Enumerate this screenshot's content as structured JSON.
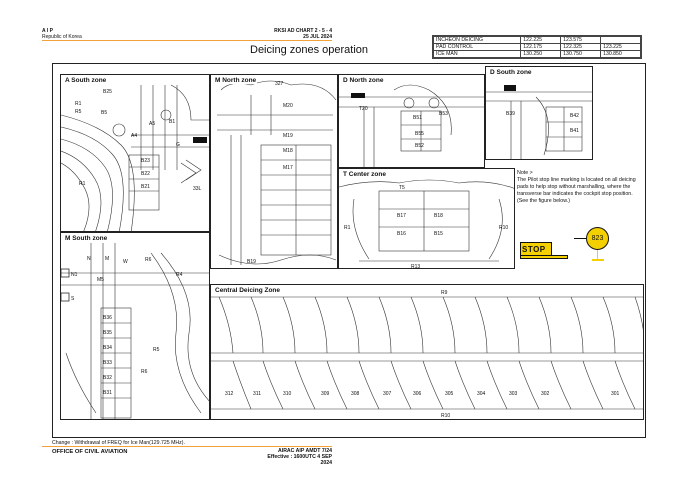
{
  "header": {
    "aip": "A I P",
    "country": "Republic of Korea",
    "chart_ref": "RKSI AD CHART 2 - 5 - 4",
    "date": "25 JUL 2024",
    "title": "Deicing zones operation"
  },
  "frequencies": [
    {
      "label": "INCHEON DEICING",
      "values": [
        "122.225",
        "123.575"
      ]
    },
    {
      "label": "PAD CONTROL",
      "values": [
        "122.175",
        "122.325",
        "123.225"
      ]
    },
    {
      "label": "ICE MAN",
      "values": [
        "130.250",
        "130.750",
        "130.850"
      ]
    }
  ],
  "panels": {
    "a_south": "A South zone",
    "m_north": "M North zone",
    "d_north": "D North zone",
    "d_south": "D South zone",
    "m_south": "M South zone",
    "t_center": "T Center zone",
    "central": "Central Deicing Zone"
  },
  "labels": {
    "a_south": [
      "R1",
      "R5",
      "B5",
      "A5",
      "B1",
      "A4",
      "G",
      "B23",
      "B22",
      "B21",
      "R1",
      "B25",
      "33L"
    ],
    "m_north": [
      "M20",
      "M19",
      "M18",
      "M17",
      "327",
      "B19"
    ],
    "d_north": [
      "T20",
      "B53",
      "B51",
      "B55",
      "B52"
    ],
    "d_south": [
      "B42",
      "B41",
      "B39"
    ],
    "m_south": [
      "N",
      "M",
      "W",
      "R6",
      "N1",
      "M5",
      "S",
      "R4",
      "B36",
      "B35",
      "B34",
      "B33",
      "B32",
      "B31",
      "R5",
      "R6"
    ],
    "t_center": [
      "T5",
      "R13",
      "B17",
      "B18",
      "B16",
      "B15",
      "R1",
      "R10"
    ],
    "central": [
      "R9",
      "R10",
      "312",
      "311",
      "310",
      "309",
      "308",
      "307",
      "306",
      "305",
      "304",
      "303",
      "302",
      "301"
    ]
  },
  "note": {
    "heading": "Note >",
    "text": "The Pilot stop line marking is located on all deicing pads to help stop without marshalling, where the transverse bar indicates the cockpit stop position. (See the figure below.)"
  },
  "stop_sign": "STOP",
  "pad_number": "823",
  "footer": {
    "change": "Change : Withdrawal of FREQ for Ice Man(129.725 MHz).",
    "office": "OFFICE OF CIVIL AVIATION",
    "amdt": "AIRAC AIP AMDT 7/24",
    "effective": "Effective : 1600UTC 4 SEP 2024"
  },
  "colors": {
    "accent": "#f2a23a",
    "marking": "#f4d000"
  }
}
